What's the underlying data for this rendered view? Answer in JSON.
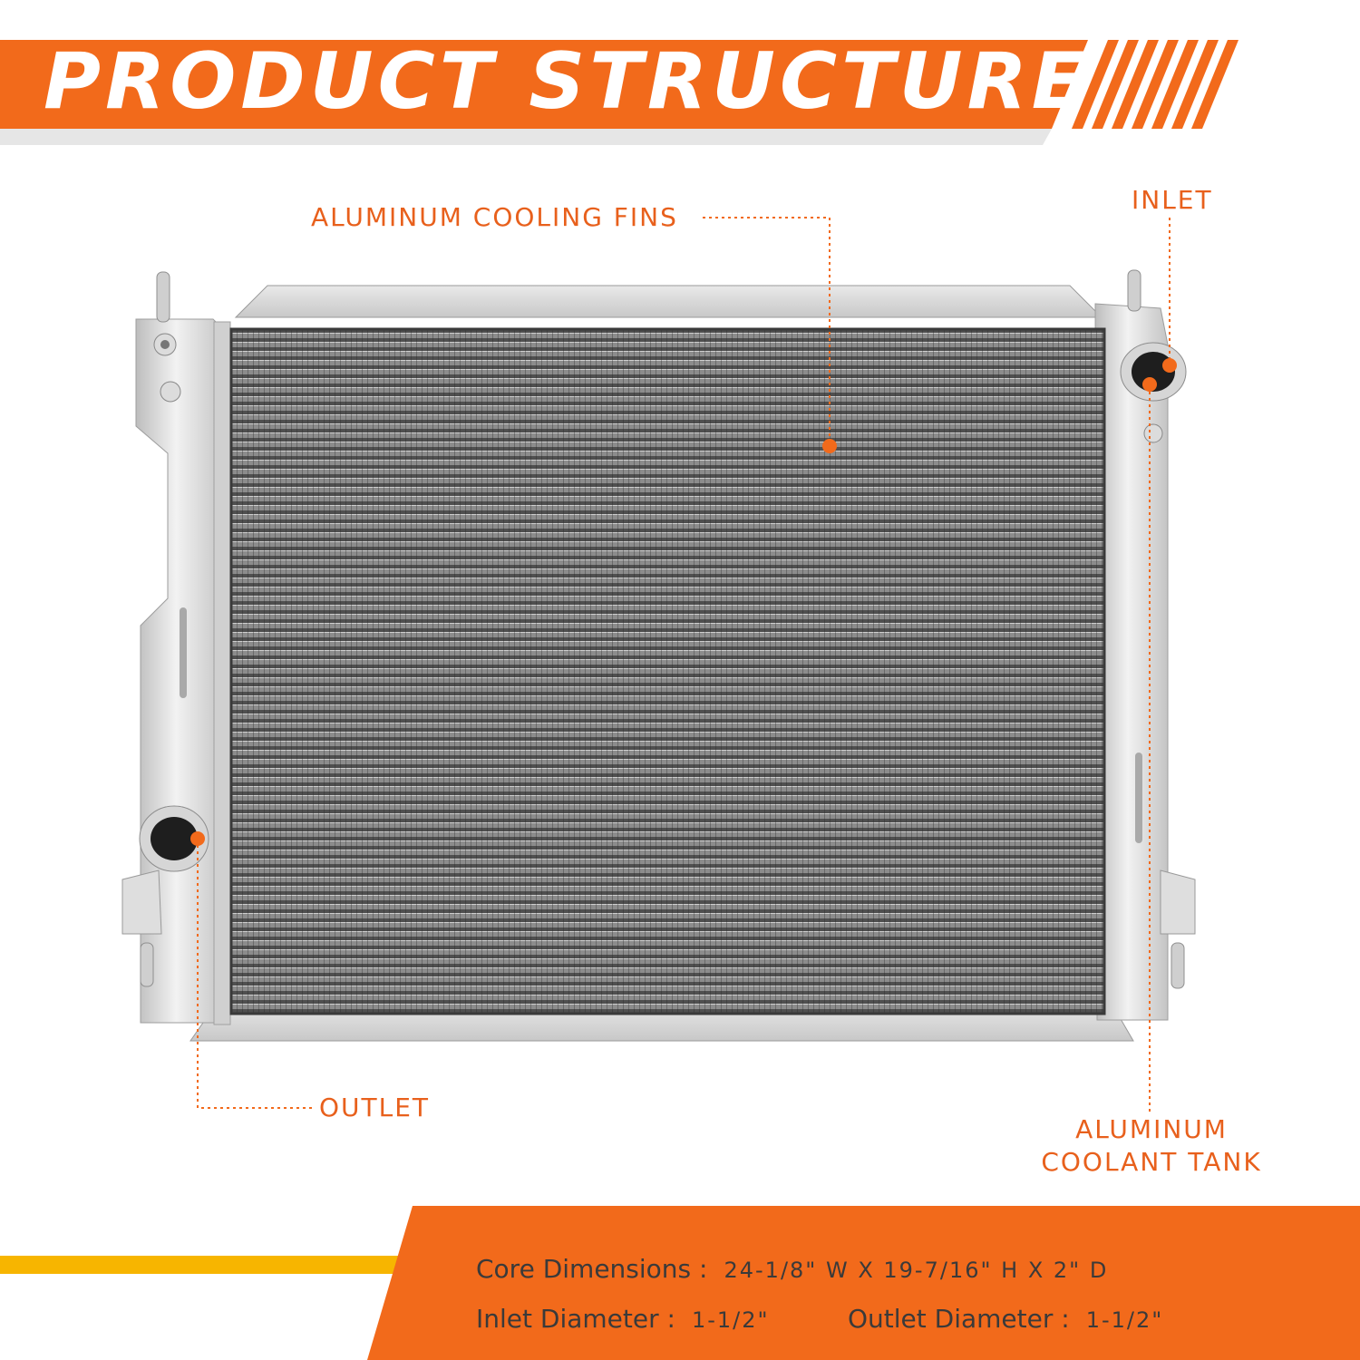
{
  "header": {
    "title": "PRODUCT STRUCTURE"
  },
  "callouts": {
    "cooling_fins": "ALUMINUM COOLING FINS",
    "inlet": "INLET",
    "outlet": "OUTLET",
    "coolant_tank_line1": "ALUMINUM",
    "coolant_tank_line2": "COOLANT TANK"
  },
  "specs": {
    "core_label": "Core Dimensions :",
    "core_value": "24-1/8\" W X 19-7/16\" H X 2\" D",
    "inlet_label": "Inlet Diameter :",
    "inlet_value": "1-1/2\"",
    "outlet_label": "Outlet Diameter :",
    "outlet_value": "1-1/2\""
  },
  "colors": {
    "accent_orange": "#f26a1b",
    "accent_yellow": "#f7b500",
    "label_orange": "#e8601c",
    "aluminum": "#d9d9d9",
    "core_dark": "#5a5a5a"
  },
  "icons": {
    "hatch": "diagonal-stripes-decoration",
    "callout_dot": "orange-dot-marker"
  }
}
